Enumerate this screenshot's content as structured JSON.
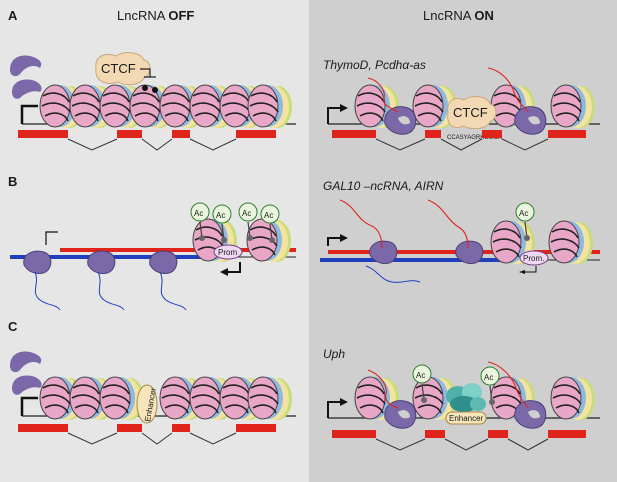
{
  "panels": {
    "A": {
      "letter": "A",
      "off_header_prefix": "LncRNA",
      "off_header_strong": "OFF",
      "on_header_prefix": "LncRNA",
      "on_header_strong": "ON",
      "on_examples": "ThymoD, Pcdhα-as",
      "ctcf_off": "CTCF",
      "ctcf_on": "CTCF",
      "motif": "CCASYAGRKGGCR"
    },
    "B": {
      "letter": "B",
      "on_examples": "GAL10 –ncRNA, AIRN",
      "acetyl": "Ac",
      "promoter": "Prom",
      "promoter_on": "Prom."
    },
    "C": {
      "letter": "C",
      "on_examples": "Uph",
      "enhancer": "Enhancer",
      "acetyl": "Ac"
    }
  },
  "colors": {
    "left_bg": "#e6e6e6",
    "right_bg": "#cfcfcf",
    "pol2": "#7b68a8",
    "lnc_rna": "#e0241b",
    "antisense": "#1f3fbf",
    "ctcf": "#f2d9b3"
  }
}
